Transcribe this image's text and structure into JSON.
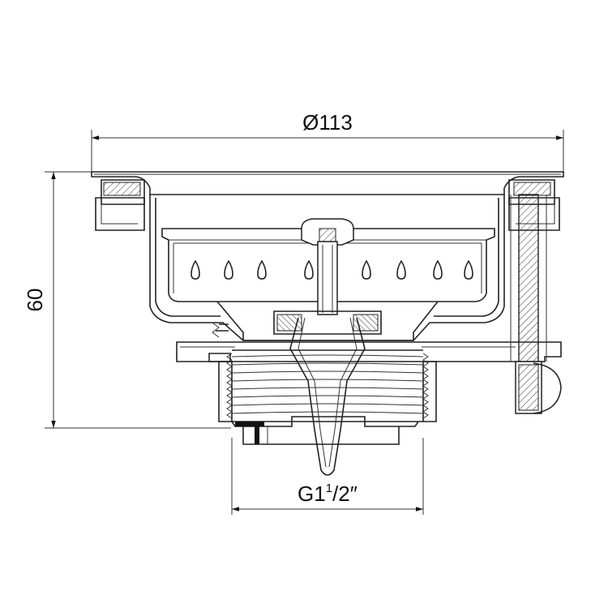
{
  "dimensions": {
    "diameter": "Ø113",
    "height": "60",
    "thread_base": "G1",
    "thread_num": "1",
    "thread_rest": "/2″"
  }
}
